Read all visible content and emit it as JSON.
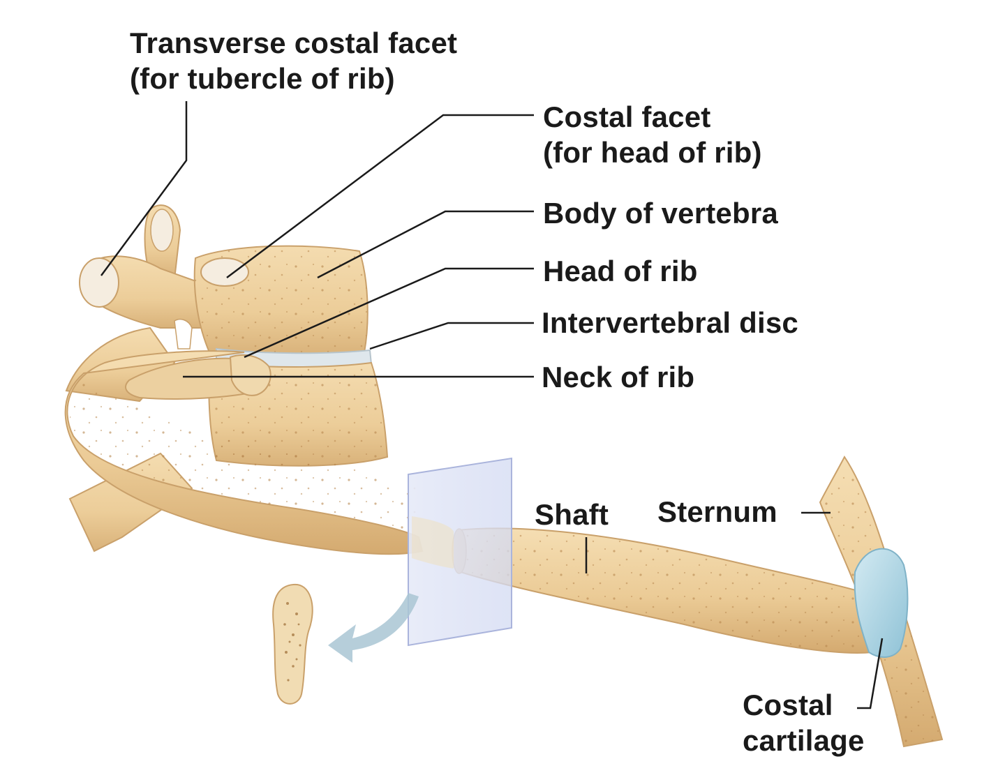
{
  "labels": {
    "transverse_costal_facet": {
      "line1": "Transverse costal facet",
      "line2": "(for tubercle of rib)"
    },
    "costal_facet": {
      "line1": "Costal facet",
      "line2": "(for head of rib)"
    },
    "body_of_vertebra": "Body of vertebra",
    "head_of_rib": "Head of rib",
    "intervertebral_disc": "Intervertebral disc",
    "neck_of_rib": "Neck of rib",
    "shaft": "Shaft",
    "sternum": "Sternum",
    "costal_cartilage": {
      "line1": "Costal",
      "line2": "cartilage"
    }
  },
  "colors": {
    "bone": "#eed3a4",
    "bone_shadow": "#d9b27a",
    "bone_edge": "#c9a06a",
    "articular_facet": "#f5ede0",
    "disc": "#dfe7ec",
    "cartilage": "#a9d0e0",
    "section_plane": "#d9def5",
    "arrow": "#a9c6d4",
    "leader_line": "#1a1a1a",
    "text": "#1a1a1a"
  }
}
